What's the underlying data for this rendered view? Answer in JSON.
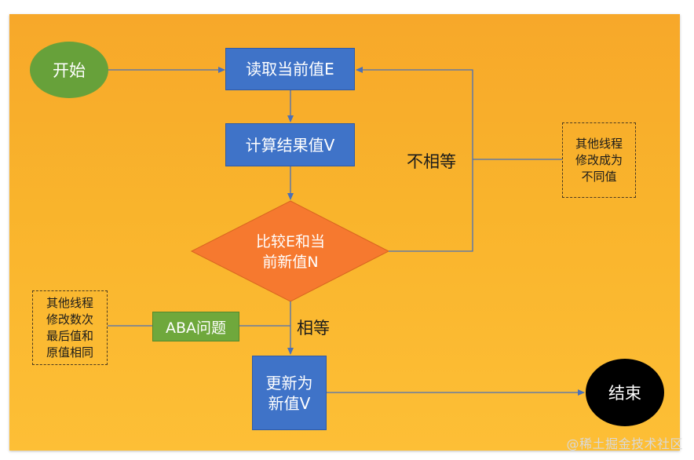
{
  "nodes": {
    "start": "开始",
    "read": "读取当前值E",
    "compute": "计算结果值V",
    "compare_line1": "比较E和当",
    "compare_line2": "前新值N",
    "update_line1": "更新为",
    "update_line2": "新值V",
    "end": "结束",
    "aba": "ABA问题"
  },
  "labels": {
    "not_equal": "不相等",
    "equal": "相等"
  },
  "notes": {
    "right": [
      "其他线程",
      "修改成为",
      "不同值"
    ],
    "left": [
      "其他线程",
      "修改数次",
      "最后值和",
      "原值相同"
    ]
  },
  "colors": {
    "background": "#fbb52f",
    "process_box": "#3f73c8",
    "decision": "#f6792f",
    "start": "#67a13a",
    "end": "#000000",
    "aba_box": "#6fa83c",
    "connector": "#4a70b8"
  },
  "watermark": "@稀土掘金技术社区"
}
